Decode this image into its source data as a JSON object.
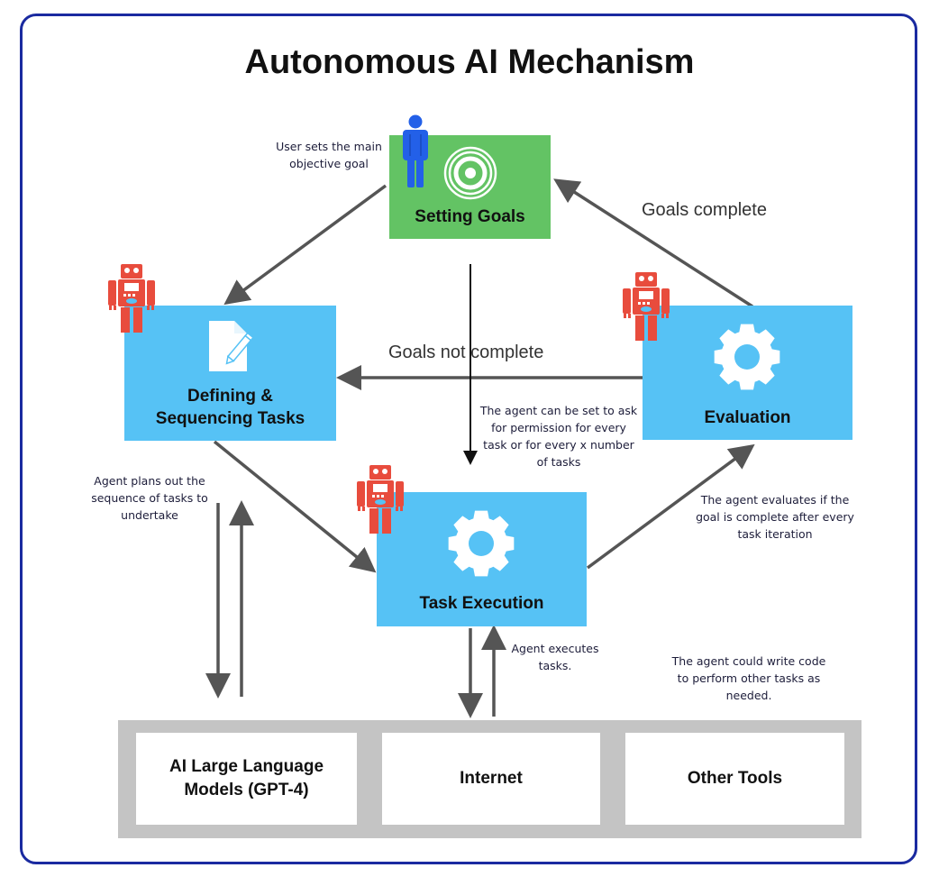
{
  "title": "Autonomous AI Mechanism",
  "colors": {
    "frame_border": "#1a2aa0",
    "goal_box": "#63c364",
    "process_box": "#56c2f5",
    "robot": "#e84c3d",
    "user": "#2360e8",
    "arrow": "#555555",
    "tools_bar": "#c4c4c4"
  },
  "nodes": {
    "setting_goals": {
      "label": "Setting Goals",
      "icon": "target-icon",
      "actor": "user-icon"
    },
    "defining_tasks": {
      "label_line1": "Defining &",
      "label_line2": "Sequencing Tasks",
      "icon": "document-edit-icon",
      "actor": "robot-icon"
    },
    "evaluation": {
      "label": "Evaluation",
      "icon": "gear-icon",
      "actor": "robot-icon"
    },
    "task_execution": {
      "label": "Task Execution",
      "icon": "gear-icon",
      "actor": "robot-icon"
    }
  },
  "edge_labels": {
    "goals_complete": "Goals complete",
    "goals_not_complete": "Goals not complete"
  },
  "notes": {
    "user_goal": [
      "User sets the main",
      "objective goal"
    ],
    "permission": [
      "The agent can be set to ask",
      "for permission for every",
      "task or for every x number",
      "of tasks"
    ],
    "plans": [
      "Agent plans out the",
      "sequence of tasks to",
      "undertake"
    ],
    "evaluates": [
      "The agent evaluates if the",
      "goal is complete after every",
      "task iteration"
    ],
    "executes": [
      "Agent executes",
      "tasks."
    ],
    "write_code": [
      "The agent could write code",
      "to perform other tasks as",
      "needed."
    ]
  },
  "tools": {
    "llm": {
      "line1": "AI Large Language",
      "line2": "Models (GPT-4)"
    },
    "internet": "Internet",
    "other": "Other Tools"
  }
}
